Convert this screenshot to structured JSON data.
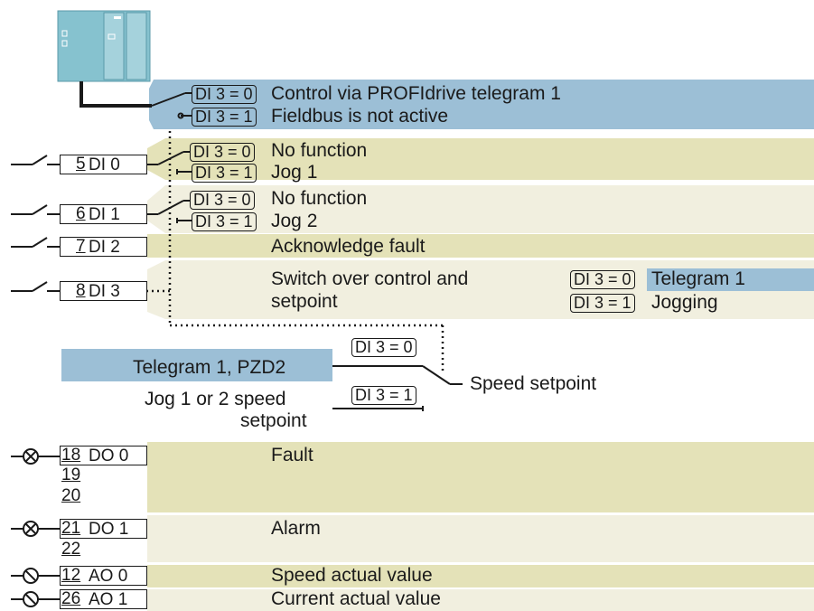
{
  "colors": {
    "blue": "#9cbfd6",
    "olive": "#e4e2b8",
    "cream": "#f1efdf",
    "line": "#1a1a1a"
  },
  "device": {
    "icon": "plc-device-icon"
  },
  "fieldbus": {
    "cond0": "DI 3 = 0",
    "label0": "Control via PROFIdrive telegram 1",
    "cond1": "DI 3 = 1",
    "label1": "Fieldbus is not active"
  },
  "inputs": [
    {
      "terminal": "5",
      "name": "DI 0",
      "cond0": "DI 3 = 0",
      "func0": "No function",
      "cond1": "DI 3 = 1",
      "func1": "Jog 1"
    },
    {
      "terminal": "6",
      "name": "DI 1",
      "cond0": "DI 3 = 0",
      "func0": "No function",
      "cond1": "DI 3 = 1",
      "func1": "Jog 2"
    },
    {
      "terminal": "7",
      "name": "DI 2",
      "func": "Acknowledge fault"
    },
    {
      "terminal": "8",
      "name": "DI 3",
      "func": "Switch over control and setpoint",
      "func_line1": "Switch over control and",
      "func_line2": "setpoint",
      "cond0": "DI 3 = 0",
      "opt0": "Telegram 1",
      "cond1": "DI 3 = 1",
      "opt1": "Jogging"
    }
  ],
  "setpoint": {
    "source0": "Telegram 1, PZD2",
    "cond0": "DI 3 = 0",
    "source1_line1": "Jog 1 or 2 speed",
    "source1_line2": "setpoint",
    "cond1": "DI 3 = 1",
    "output": "Speed setpoint"
  },
  "outputs": [
    {
      "terminals": [
        "18",
        "19",
        "20"
      ],
      "name": "DO 0",
      "func": "Fault",
      "icon": "lamp-icon"
    },
    {
      "terminals": [
        "21",
        "22"
      ],
      "name": "DO 1",
      "func": "Alarm",
      "icon": "lamp-icon"
    },
    {
      "terminals": [
        "12"
      ],
      "name": "AO 0",
      "func": "Speed actual value",
      "icon": "meter-icon"
    },
    {
      "terminals": [
        "26"
      ],
      "name": "AO 1",
      "func": "Current actual value",
      "icon": "meter-icon"
    }
  ]
}
